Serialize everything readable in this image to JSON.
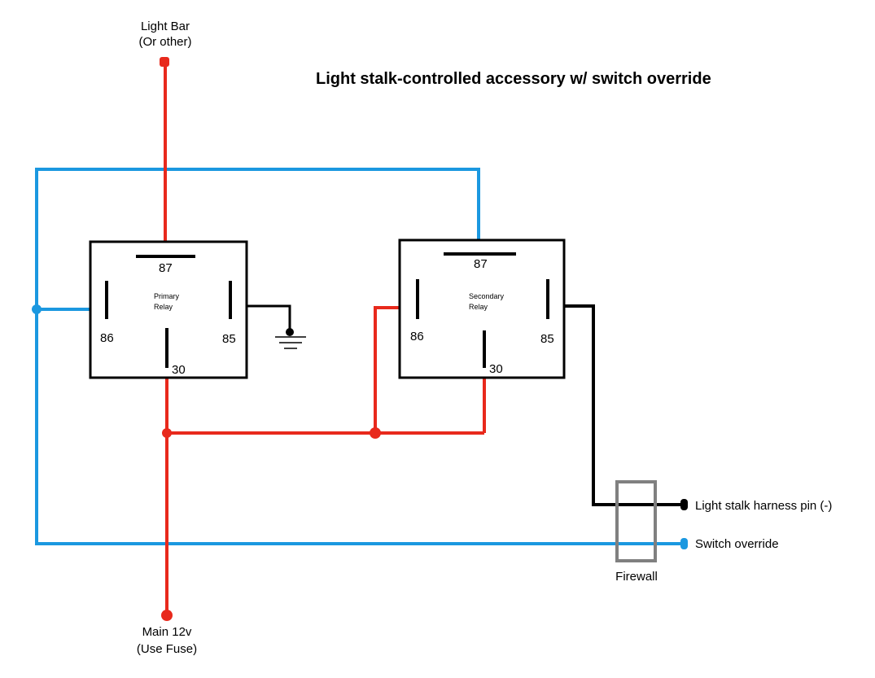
{
  "title": "Light stalk-controlled accessory w/ switch override",
  "labels": {
    "light_bar_line1": "Light Bar",
    "light_bar_line2": "(Or other)",
    "main_line1": "Main 12v",
    "main_line2": "(Use Fuse)",
    "harness": "Light stalk harness pin (-)",
    "switch": "Switch override",
    "firewall": "Firewall"
  },
  "primary_relay": {
    "name_line1": "Primary",
    "name_line2": "Relay",
    "pin87": "87",
    "pin86": "86",
    "pin85": "85",
    "pin30": "30"
  },
  "secondary_relay": {
    "name_line1": "Secondary",
    "name_line2": "Relay",
    "pin87": "87",
    "pin86": "86",
    "pin85": "85",
    "pin30": "30"
  },
  "colors": {
    "power_wire": "#e8291c",
    "switch_wire": "#1b98e0",
    "ground_wire": "#000000",
    "firewall": "#808080"
  }
}
